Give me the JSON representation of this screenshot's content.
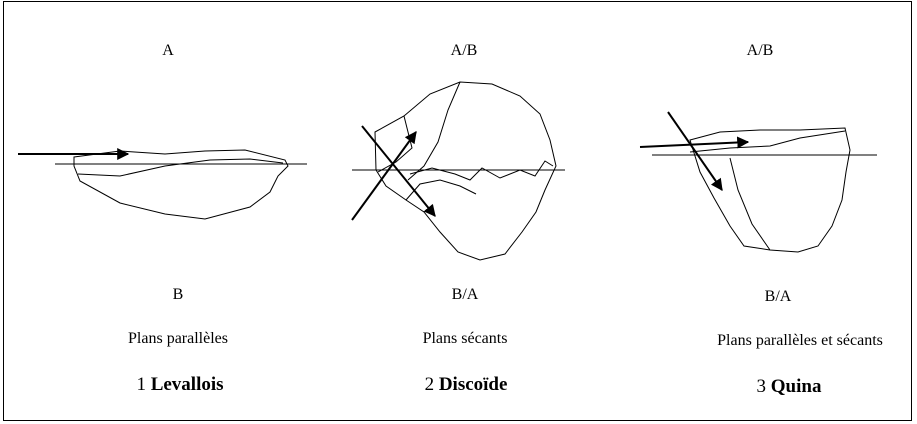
{
  "panels": [
    {
      "top_label": "A",
      "bottom_label": "B",
      "caption": "Plans parallèles",
      "number": "1",
      "method": "Levallois"
    },
    {
      "top_label": "A/B",
      "bottom_label": "B/A",
      "caption": "Plans sécants",
      "number": "2",
      "method": "Discoïde"
    },
    {
      "top_label": "A/B",
      "bottom_label": "B/A",
      "caption": "Plans parallèles et sécants",
      "number": "3",
      "method": "Quina"
    }
  ]
}
